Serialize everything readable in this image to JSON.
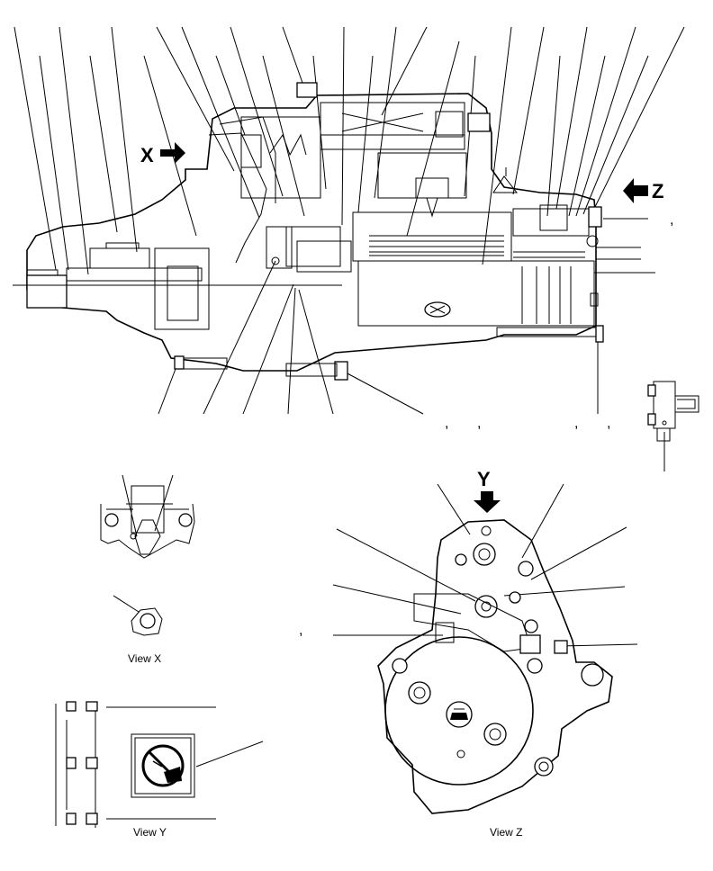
{
  "labels": {
    "view_x": "View X",
    "view_y": "View Y",
    "view_z": "View Z",
    "arrow_x": "X",
    "arrow_y": "Y",
    "arrow_z": "Z"
  },
  "separators": {
    "comma": ","
  },
  "colors": {
    "ink": "#000000",
    "paper": "#ffffff"
  },
  "icons": {
    "no_water_symbol": "no-water-spray-icon",
    "direction_arrow": "arrow-icon"
  }
}
